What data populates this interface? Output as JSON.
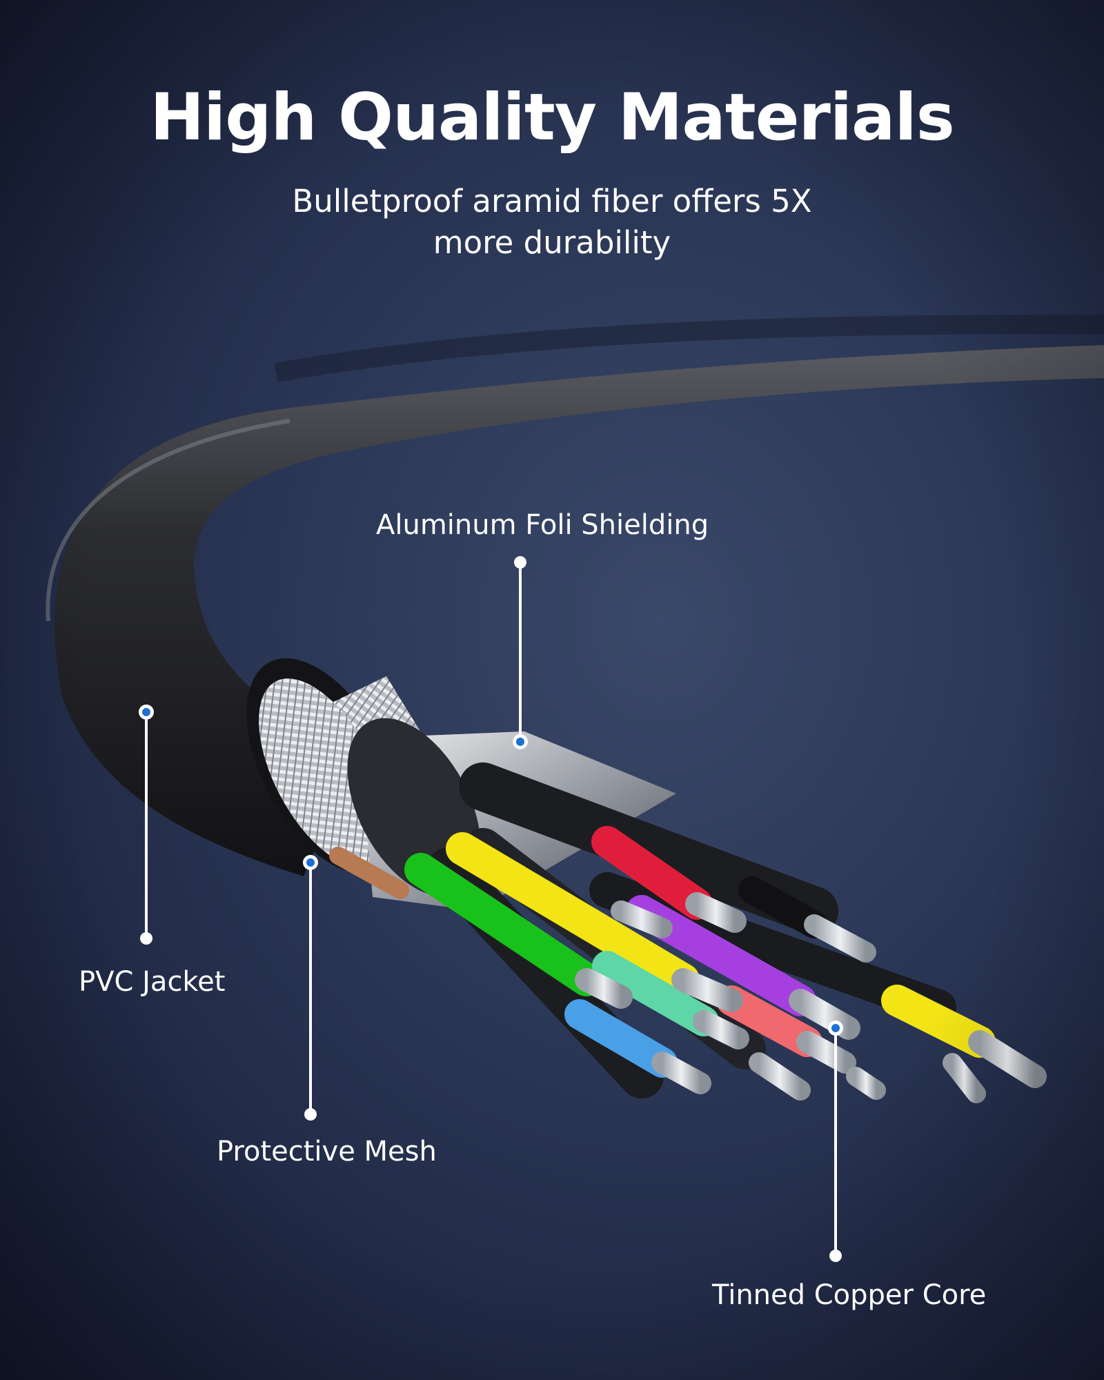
{
  "header": {
    "title": "High Quality Materials",
    "subtitle_line1": "Bulletproof aramid fiber offers 5X",
    "subtitle_line2": "more durability"
  },
  "callouts": [
    {
      "label": "Aluminum Foli Shielding"
    },
    {
      "label": "PVC Jacket"
    },
    {
      "label": "Protective Mesh"
    },
    {
      "label": "Tinned Copper Core"
    }
  ],
  "colors": {
    "background": "#2b3756",
    "callout_dot": "#1f6fd1",
    "wire_red": "#e01e3c",
    "wire_green": "#19c21a",
    "wire_yellow": "#f2e415",
    "wire_purple": "#a63fe0",
    "wire_blue": "#4aa0e6",
    "wire_mint": "#5fd6a8",
    "wire_salmon": "#f0696e",
    "wire_black": "#1a1a1a"
  }
}
